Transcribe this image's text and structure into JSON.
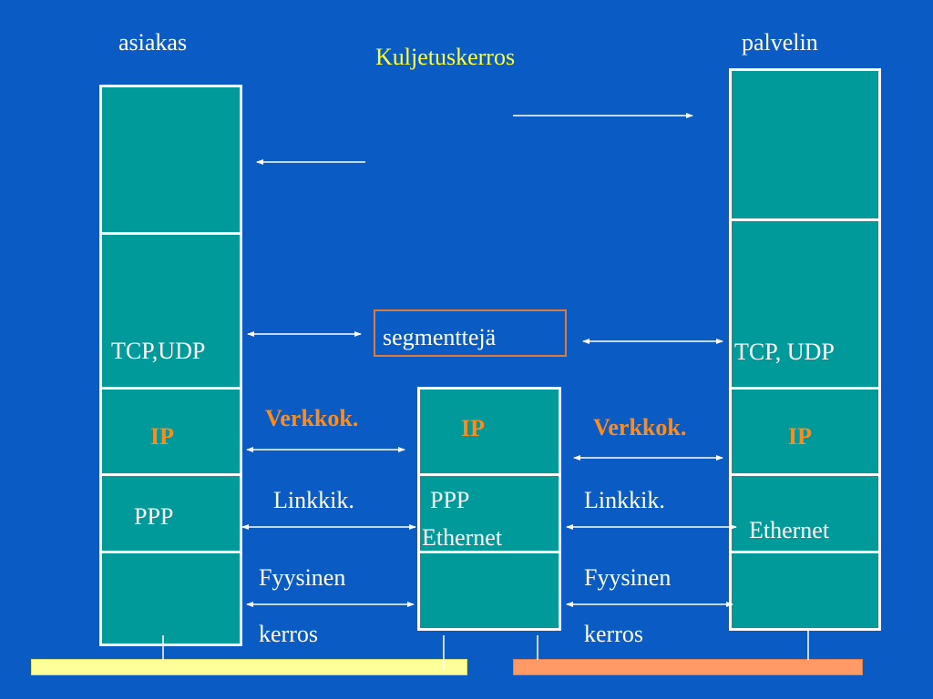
{
  "client_label": "asiakas",
  "server_label": "palvelin",
  "title": "Kuljetuskerros",
  "segment_label": "segmenttejä",
  "client": {
    "transport": "TCP,UDP",
    "network": "IP",
    "link": "PPP"
  },
  "router": {
    "network": "IP",
    "link_line1": "PPP",
    "link_line2": "Ethernet"
  },
  "server": {
    "transport": "TCP, UDP",
    "network": "IP",
    "link": "Ethernet"
  },
  "left_gap": {
    "network": "Verkkok.",
    "link": "Linkkik.",
    "physical_line1": "Fyysinen",
    "physical_line2": "kerros"
  },
  "right_gap": {
    "network": "Verkkok.",
    "link": "Linkkik.",
    "physical_line1": "Fyysinen",
    "physical_line2": "kerros"
  },
  "colors": {
    "background": "#0a5cc4",
    "layer_fill": "#009a9a",
    "network_label": "#ff8c1a",
    "title": "#ffff33",
    "left_network": "#ffff99",
    "right_network": "#ff9966"
  }
}
